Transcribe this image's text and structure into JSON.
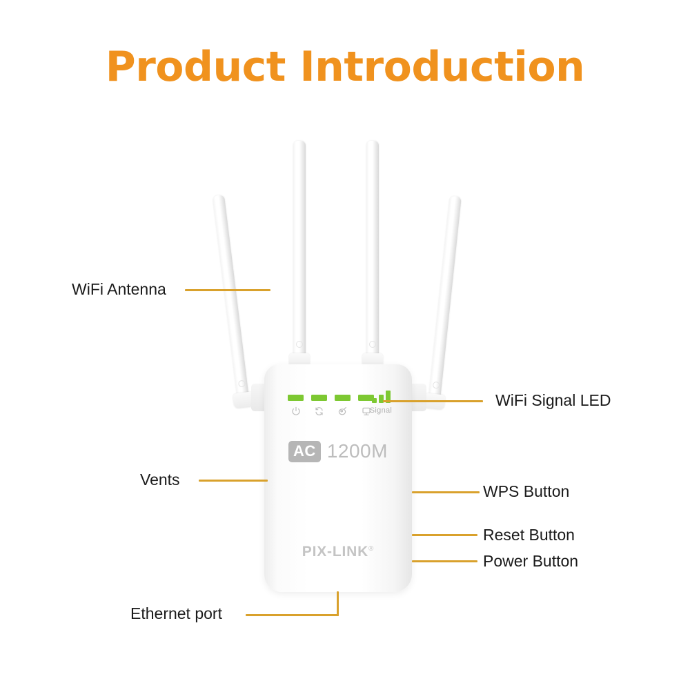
{
  "page": {
    "title": "Product Introduction",
    "title_color": "#f0921e",
    "background": "#ffffff",
    "leader_color": "#d9a12c",
    "led_color": "#7dc832"
  },
  "device": {
    "brand": "PIX-LINK",
    "trademark": "®",
    "standard_badge": "AC",
    "speed": "1200M",
    "signal_label": "Signal",
    "status_leds": [
      {
        "icon": "power-icon",
        "lit": true
      },
      {
        "icon": "repeater-icon",
        "lit": true
      },
      {
        "icon": "wireless-icon",
        "lit": true
      },
      {
        "icon": "lan-icon",
        "lit": true
      }
    ],
    "signal_bars": [
      1,
      2,
      3
    ],
    "antennas": [
      {
        "name": "antenna-left-outer",
        "tilt": "-7deg"
      },
      {
        "name": "antenna-left-inner",
        "tilt": "0deg"
      },
      {
        "name": "antenna-right-inner",
        "tilt": "0deg"
      },
      {
        "name": "antenna-right-outer",
        "tilt": "6deg"
      }
    ]
  },
  "callouts": {
    "wifi_antenna": "WiFi Antenna",
    "vents": "Vents",
    "ethernet_port": "Ethernet port",
    "wifi_signal_led": "WiFi Signal LED",
    "wps_button": "WPS Button",
    "reset_button": "Reset Button",
    "power_button": "Power Button"
  }
}
